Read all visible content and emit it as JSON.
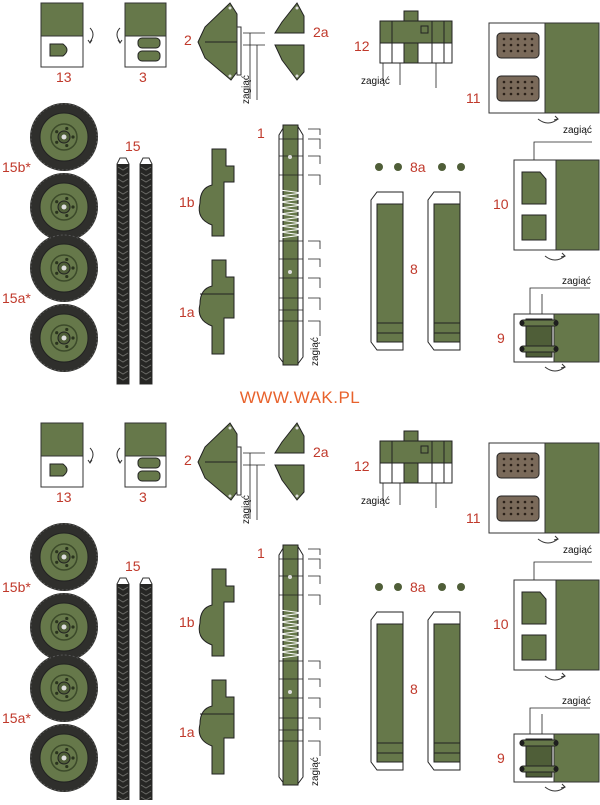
{
  "watermark": "WWW.WAK.PL",
  "fold_label": "zagiąć",
  "colors": {
    "olive": "#66784a",
    "olive_dark": "#4f5e38",
    "tire": "#2f2f2c",
    "panel": "#7a6a5a",
    "label_red": "#c0392b",
    "watermark_orange": "#e8622c"
  },
  "parts": {
    "p13": "13",
    "p3": "3",
    "p2": "2",
    "p2a": "2a",
    "p12": "12",
    "p11": "11",
    "p15": "15",
    "p15a": "15a*",
    "p15b": "15b*",
    "p1": "1",
    "p1a": "1a",
    "p1b": "1b",
    "p8": "8",
    "p8a": "8a",
    "p10": "10",
    "p9": "9"
  }
}
